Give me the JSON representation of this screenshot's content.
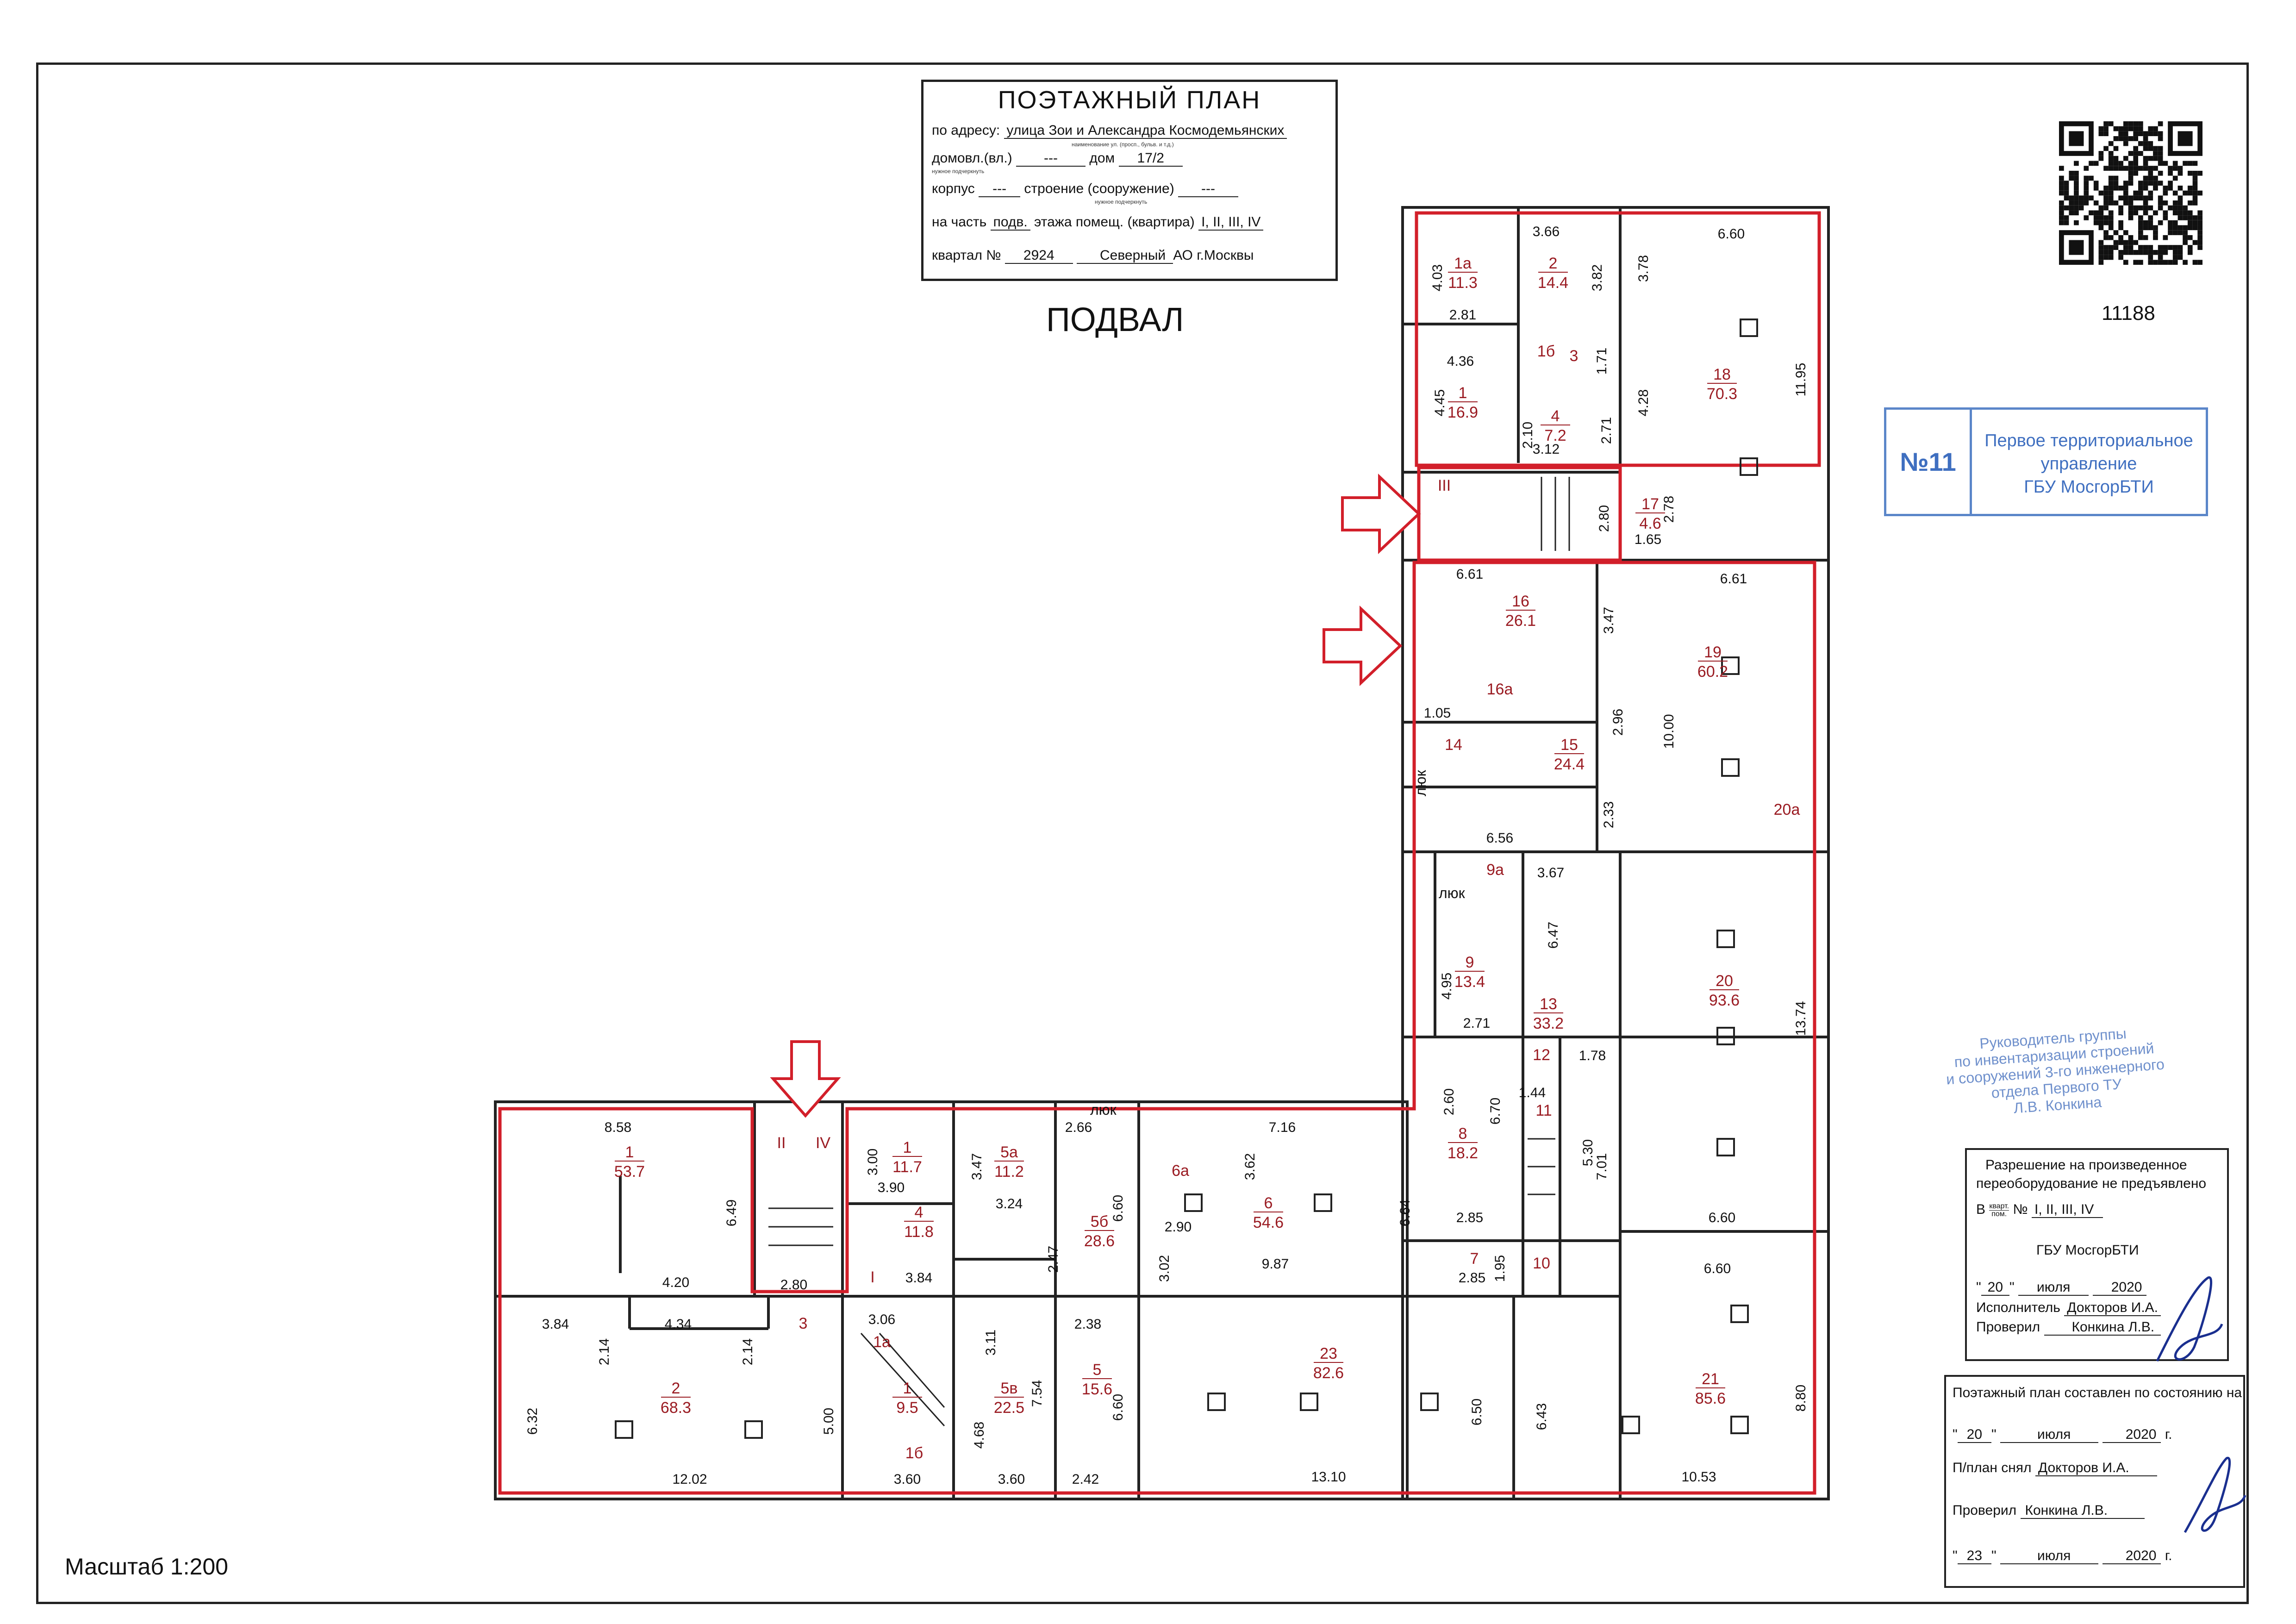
{
  "title_box": {
    "title": "ПОЭТАЖНЫЙ ПЛАН",
    "address_label": "по адресу:",
    "address_value": "улица Зои и Александра Космодемьянских",
    "address_hint": "наименование ул. (просп., бульв. и т.д.)",
    "domovl_label": "домовл.(вл.)",
    "domovl_value": "---",
    "dom_label": "дом",
    "dom_value": "17/2",
    "underline_hint": "нужное подчеркнуть",
    "korpus_label": "корпус",
    "korpus_value": "---",
    "stroenie_label": "строение (сооружение)",
    "stroenie_value": "---",
    "chast_label": "на часть",
    "chast_value": "подв.",
    "etazh_label": "этажа помещ. (квартира)",
    "etazh_value": "I, II, III, IV",
    "kvartal_label": "квартал №",
    "kvartal_value": "2924",
    "okrug_value": "Северный",
    "okrug_label": "АО г.Москвы"
  },
  "floor_label": "ПОДВАЛ",
  "scale_label": "Масштаб 1:200",
  "qr_number": "11188",
  "blue_stamp": {
    "number": "№11",
    "line1": "Первое территориальное",
    "line2": "управление",
    "line3": "ГБУ МосгорБТИ"
  },
  "hand_stamp": {
    "line1": "Руководитель группы",
    "line2": "по инвентаризации строений",
    "line3": "и сооружений 3-го инженерного",
    "line4": "отдела Первого ТУ",
    "line5": "Л.В. Конкина"
  },
  "approval": {
    "line1": "Разрешение на произведенное",
    "line2": "переоборудование не предъявлено",
    "line3_prefix": "В",
    "line3_kv": "кварт.",
    "line3_pom": "пом.",
    "line3_no": "№",
    "line3_value": "I, II, III, IV",
    "org": "ГБУ МосгорБТИ",
    "date_day": "20",
    "date_month": "июля",
    "date_year": "2020",
    "executor_label": "Исполнитель",
    "executor_value": "Докторов И.А.",
    "checked_label": "Проверил",
    "checked_value": "Конкина Л.В."
  },
  "composed": {
    "line1": "Поэтажный план составлен по состоянию на",
    "date1_day": "20",
    "date1_month": "июля",
    "date1_year": "2020",
    "date1_suffix": "г.",
    "taken_label": "П/план снял",
    "taken_value": "Докторов И.А.",
    "checked_label": "Проверил",
    "checked_value": "Конкина Л.В.",
    "date2_day": "23",
    "date2_month": "июля",
    "date2_year": "2020",
    "date2_suffix": "г."
  },
  "colors": {
    "red_outline": "#d21f2a",
    "room_text": "#9a1b22",
    "wall": "#222222",
    "stamp_blue": "#5b86c9"
  },
  "rooms": [
    {
      "id": "1a",
      "num": "1a",
      "area": "11.3",
      "dims": [
        "4.03",
        "2.81"
      ]
    },
    {
      "id": "2",
      "num": "2",
      "area": "14.4",
      "dims": [
        "3.66",
        "3.82"
      ]
    },
    {
      "id": "1",
      "num": "1",
      "area": "16.9",
      "dims": [
        "4.36",
        "4.45",
        "2.10"
      ]
    },
    {
      "id": "3",
      "num": "3",
      "area": "",
      "dims": [
        "1.71"
      ]
    },
    {
      "id": "1б",
      "num": "1б",
      "area": "",
      "dims": []
    },
    {
      "id": "4",
      "num": "4",
      "area": "7.2",
      "dims": [
        "2.71",
        "3.12"
      ]
    },
    {
      "id": "18",
      "num": "18",
      "area": "70.3",
      "dims": [
        "6.60",
        "3.78",
        "4.28",
        "11.95",
        "2.78"
      ]
    },
    {
      "id": "III",
      "num": "III",
      "area": "",
      "dims": [
        "2.80"
      ]
    },
    {
      "id": "17",
      "num": "17",
      "area": "4.6",
      "dims": [
        "1.65"
      ]
    },
    {
      "id": "16",
      "num": "16",
      "area": "26.1",
      "dims": [
        "6.61",
        "3.47"
      ]
    },
    {
      "id": "19",
      "num": "19",
      "area": "60.2",
      "dims": [
        "6.61",
        "10.00"
      ]
    },
    {
      "id": "16a",
      "num": "16а",
      "area": "",
      "dims": [
        "1.05"
      ]
    },
    {
      "id": "15",
      "num": "15",
      "area": "24.4",
      "dims": [
        "2.96",
        "2.33"
      ]
    },
    {
      "id": "14",
      "num": "14",
      "area": "",
      "dims": []
    },
    {
      "id": "20a",
      "num": "20а",
      "area": "",
      "dims": []
    },
    {
      "id": "9a",
      "num": "9а",
      "area": "",
      "dims": [
        "3.67",
        "6.56"
      ]
    },
    {
      "id": "9",
      "num": "9",
      "area": "13.4",
      "dims": [
        "4.95",
        "2.71"
      ]
    },
    {
      "id": "13",
      "num": "13",
      "area": "33.2",
      "dims": [
        "6.47"
      ]
    },
    {
      "id": "20",
      "num": "20",
      "area": "93.6",
      "dims": [
        "13.74",
        "6.60"
      ]
    },
    {
      "id": "12",
      "num": "12",
      "area": "",
      "dims": [
        "1.78"
      ]
    },
    {
      "id": "11",
      "num": "11",
      "area": "",
      "dims": [
        "1.44",
        "5.30"
      ]
    },
    {
      "id": "8",
      "num": "8",
      "area": "18.2",
      "dims": [
        "2.60",
        "6.70",
        "2.85"
      ]
    },
    {
      "id": "7",
      "num": "7",
      "area": "",
      "dims": [
        "2.85",
        "1.95"
      ]
    },
    {
      "id": "10",
      "num": "10",
      "area": "",
      "dims": [
        "7.01"
      ]
    },
    {
      "id": "21",
      "num": "21",
      "area": "85.6",
      "dims": [
        "6.60",
        "6.43",
        "8.80",
        "10.53"
      ]
    },
    {
      "id": "6",
      "num": "6",
      "area": "54.6",
      "dims": [
        "7.16",
        "3.62",
        "6.64",
        "9.87",
        "2.90",
        "3.02"
      ]
    },
    {
      "id": "6a",
      "num": "6а",
      "area": "",
      "dims": []
    },
    {
      "id": "23",
      "num": "23",
      "area": "82.6",
      "dims": [
        "6.50",
        "13.10"
      ]
    },
    {
      "id": "5б",
      "num": "5б",
      "area": "28.6",
      "dims": [
        "2.66",
        "6.60"
      ]
    },
    {
      "id": "5a",
      "num": "5а",
      "area": "11.2",
      "dims": [
        "3.47",
        "3.24",
        "2.47"
      ]
    },
    {
      "id": "5",
      "num": "5",
      "area": "15.6",
      "dims": [
        "2.38",
        "6.60",
        "2.42"
      ]
    },
    {
      "id": "5в",
      "num": "5в",
      "area": "22.5",
      "dims": [
        "3.11",
        "7.54",
        "4.68",
        "3.60"
      ]
    },
    {
      "id": "1_11.7",
      "num": "1",
      "area": "11.7",
      "dims": [
        "3.00",
        "3.90"
      ]
    },
    {
      "id": "4_11.8",
      "num": "4",
      "area": "11.8",
      "dims": [
        "3.84"
      ]
    },
    {
      "id": "I",
      "num": "I",
      "area": "",
      "dims": []
    },
    {
      "id": "1a_low",
      "num": "1а",
      "area": "",
      "dims": [
        "3.06"
      ]
    },
    {
      "id": "1_9.5",
      "num": "1",
      "area": "9.5",
      "dims": [
        "3.60"
      ]
    },
    {
      "id": "1б_low",
      "num": "1б",
      "area": "",
      "dims": []
    },
    {
      "id": "1_53.7",
      "num": "1",
      "area": "53.7",
      "dims": [
        "8.58",
        "6.49",
        "4.20"
      ]
    },
    {
      "id": "2_68.3",
      "num": "2",
      "area": "68.3",
      "dims": [
        "3.84",
        "4.34",
        "2.14",
        "2.14",
        "6.32",
        "5.00",
        "12.02"
      ]
    },
    {
      "id": "II",
      "num": "II",
      "area": "",
      "dims": []
    },
    {
      "id": "IV",
      "num": "IV",
      "area": "",
      "dims": [
        "2.80"
      ]
    },
    {
      "id": "3_low",
      "num": "3",
      "area": "",
      "dims": []
    }
  ],
  "plan_labels": {
    "hatch1": "люк",
    "hatch2": "люк",
    "hatch3": "люк"
  }
}
